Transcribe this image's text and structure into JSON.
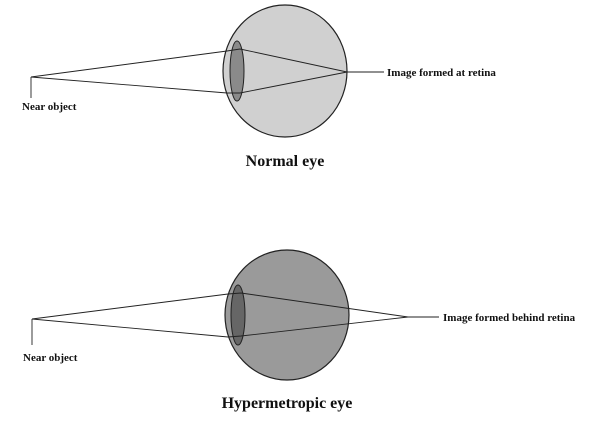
{
  "diagrams": [
    {
      "title": "Normal eye",
      "object_label": "Near object",
      "image_label": "Image formed at retina",
      "eye_color": "#d0d0d0",
      "lens_color": "#8a8a8a"
    },
    {
      "title": "Hypermetropic eye",
      "object_label": "Near object",
      "image_label": "Image formed behind retina",
      "eye_color": "#9a9a9a",
      "lens_color": "#666666"
    }
  ]
}
